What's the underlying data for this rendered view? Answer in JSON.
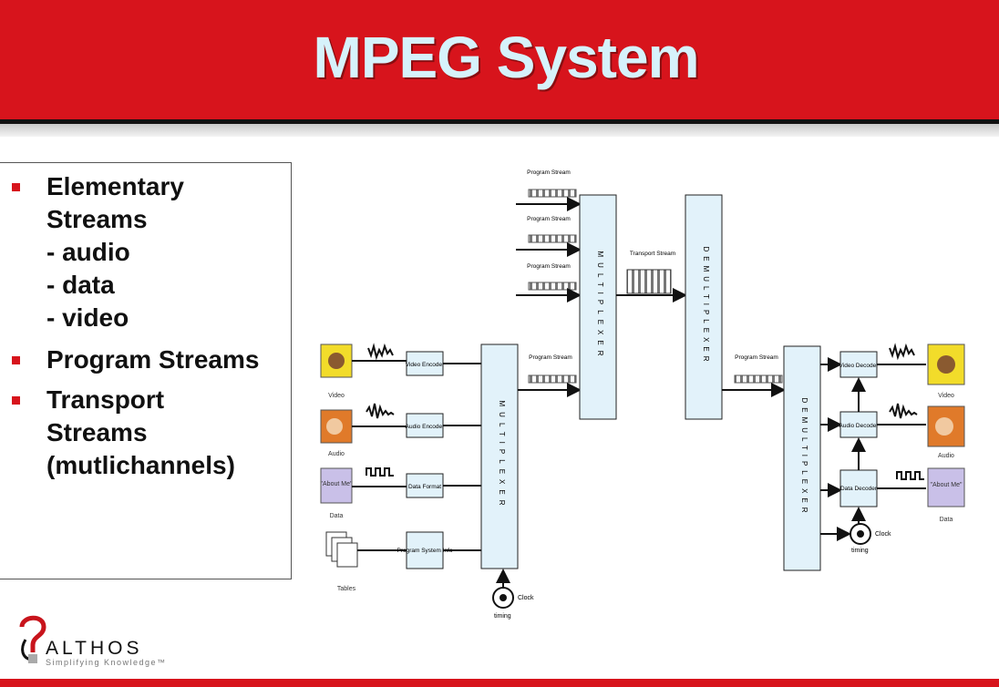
{
  "slide": {
    "title": "MPEG System"
  },
  "bullets": [
    {
      "lines": [
        "Elementary",
        "Streams",
        "- audio",
        "- data",
        "- video"
      ]
    },
    {
      "lines": [
        "Program Streams"
      ]
    },
    {
      "lines": [
        "Transport",
        "Streams",
        "(mutlichannels)"
      ]
    }
  ],
  "diagram": {
    "mux_label": "MULTIPLEXER",
    "demux_label": "DEMULTIPLEXER",
    "left_encoders": [
      "Video Encoder",
      "Audio Encoder",
      "Data Format",
      "Program System Info"
    ],
    "right_decoders": [
      "Video Decoder",
      "Audio Decoder",
      "Data Decoder"
    ],
    "left_sources": [
      "Video",
      "Audio",
      "Data",
      "Tables"
    ],
    "right_sinks": [
      "Video",
      "Audio",
      "Data"
    ],
    "source_box_text": "\"About Me\"",
    "program_stream_label": "Program Stream",
    "transport_stream_label": "Transport Stream",
    "clock_label": "Clock",
    "timing_label": "timing"
  },
  "logo": {
    "name": "ALTHOS",
    "tagline": "Simplifying Knowledge™"
  },
  "colors": {
    "header": "#d7141c",
    "title": "#d6f2fb",
    "bullet": "#d7141c",
    "block_fill": "#e2f2fa"
  }
}
